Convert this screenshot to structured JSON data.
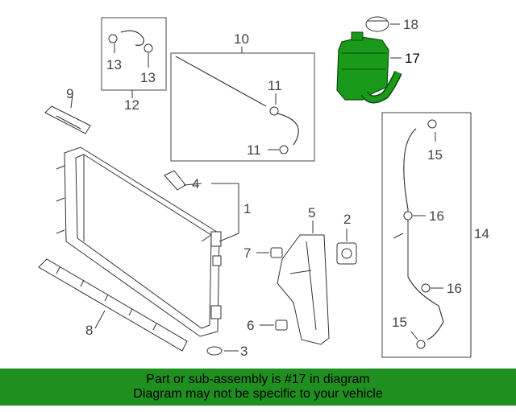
{
  "colors": {
    "highlight": "#1a9a1a",
    "banner_bg": "#1f8f1f",
    "line": "#333333"
  },
  "diagram": {
    "highlighted_part": "17",
    "callouts": {
      "c1": "1",
      "c2": "2",
      "c3": "3",
      "c4": "4",
      "c5": "5",
      "c6": "6",
      "c7": "7",
      "c8": "8",
      "c9": "9",
      "c10": "10",
      "c11a": "11",
      "c11b": "11",
      "c12": "12",
      "c13a": "13",
      "c13b": "13",
      "c14": "14",
      "c15a": "15",
      "c15b": "15",
      "c16a": "16",
      "c16b": "16",
      "c17": "17",
      "c18": "18"
    }
  },
  "banner": {
    "line1": "Part or sub-assembly is #17 in diagram",
    "line2": "Diagram may not be specific to your vehicle"
  }
}
